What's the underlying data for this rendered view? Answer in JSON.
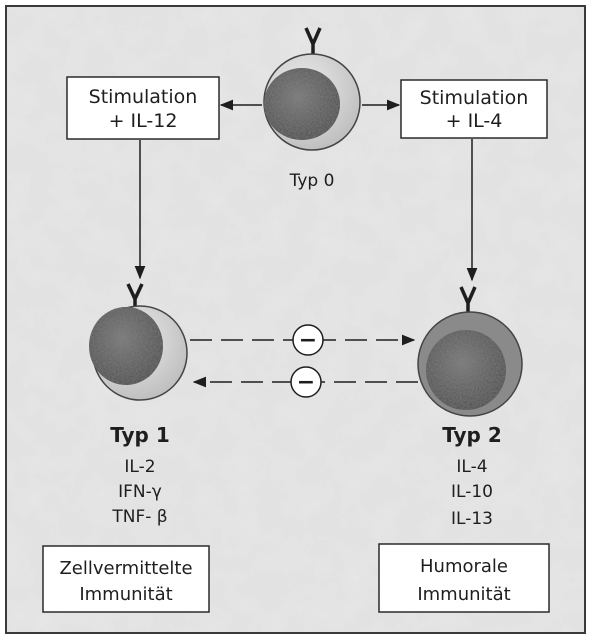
{
  "top": {
    "left_box": {
      "line1": "Stimulation",
      "line2": "+ IL-12"
    },
    "right_box": {
      "line1": "Stimulation",
      "line2": "+ IL-4"
    },
    "typ0_label": "Typ 0"
  },
  "typ1": {
    "label": "Typ 1",
    "cytokines": [
      "IL-2",
      "IFN-γ",
      "TNF- β"
    ],
    "immunity": {
      "line1": "Zellvermittelte",
      "line2": "Immunität"
    }
  },
  "typ2": {
    "label": "Typ 2",
    "cytokines": [
      "IL-4",
      "IL-10",
      "IL-13"
    ],
    "immunity": {
      "line1": "Humorale",
      "line2": "Immunität"
    }
  },
  "inhibition_symbol": "−",
  "colors": {
    "background": "#e6e6e6",
    "ink": "#1e1e1e",
    "cell_fill": "#d2d2d2",
    "nucleus_fill": "#6a6a6a"
  }
}
